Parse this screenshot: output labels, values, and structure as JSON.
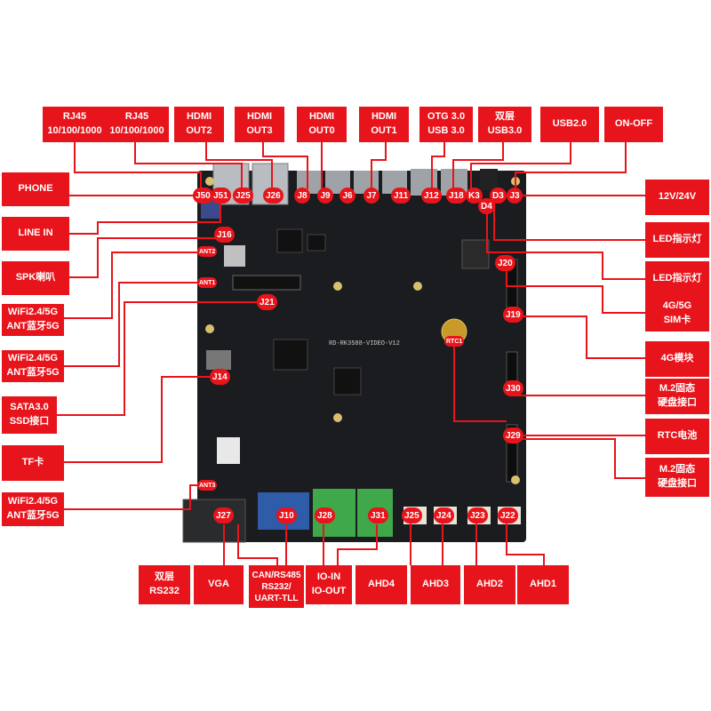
{
  "colors": {
    "accent": "#e8141b",
    "board": "#1a1c1f",
    "terminal": "#3fa84a",
    "db_blue": "#2e5ca8"
  },
  "board": {
    "silkscreen": "RD-RK3588-VIDEO-V12"
  },
  "top_labels": [
    {
      "id": "rj45-1",
      "l1": "RJ45",
      "l2": "10/100/1000"
    },
    {
      "id": "rj45-2",
      "l1": "RJ45",
      "l2": "10/100/1000"
    },
    {
      "id": "hdmi-out2",
      "l1": "HDMI",
      "l2": "OUT2"
    },
    {
      "id": "hdmi-out3",
      "l1": "HDMI",
      "l2": "OUT3"
    },
    {
      "id": "hdmi-out0",
      "l1": "HDMI",
      "l2": "OUT0"
    },
    {
      "id": "hdmi-out1",
      "l1": "HDMI",
      "l2": "OUT1"
    },
    {
      "id": "otg-usb3",
      "l1": "OTG 3.0",
      "l2": "USB 3.0"
    },
    {
      "id": "dual-usb3",
      "l1": "双层",
      "l2": "USB3.0"
    },
    {
      "id": "usb2",
      "l1": "USB2.0",
      "l2": ""
    },
    {
      "id": "on-off",
      "l1": "ON-OFF",
      "l2": ""
    }
  ],
  "left_labels": [
    {
      "id": "phone",
      "l1": "PHONE",
      "l2": ""
    },
    {
      "id": "line-in",
      "l1": "LINE IN",
      "l2": ""
    },
    {
      "id": "spk",
      "l1": "SPK喇叭",
      "l2": ""
    },
    {
      "id": "wifi-ant-1",
      "l1": "WiFi2.4/5G",
      "l2": "ANT蓝牙5G"
    },
    {
      "id": "wifi-ant-2",
      "l1": "WiFi2.4/5G",
      "l2": "ANT蓝牙5G"
    },
    {
      "id": "sata",
      "l1": "SATA3.0",
      "l2": "SSD接口"
    },
    {
      "id": "tf",
      "l1": "TF卡",
      "l2": ""
    },
    {
      "id": "wifi-ant-3",
      "l1": "WiFi2.4/5G",
      "l2": "ANT蓝牙5G"
    }
  ],
  "right_labels": [
    {
      "id": "power",
      "l1": "12V/24V",
      "l2": ""
    },
    {
      "id": "led-1",
      "l1": "LED指示灯",
      "l2": ""
    },
    {
      "id": "led-2",
      "l1": "LED指示灯",
      "l2": ""
    },
    {
      "id": "sim",
      "l1": "4G/5G",
      "l2": "SIM卡"
    },
    {
      "id": "4g",
      "l1": "4G模块",
      "l2": ""
    },
    {
      "id": "m2-1",
      "l1": "M.2固态",
      "l2": "硬盘接口"
    },
    {
      "id": "rtc",
      "l1": "RTC电池",
      "l2": ""
    },
    {
      "id": "m2-2",
      "l1": "M.2固态",
      "l2": "硬盘接口"
    }
  ],
  "bottom_labels": [
    {
      "id": "rs232",
      "l1": "双层",
      "l2": "RS232"
    },
    {
      "id": "vga",
      "l1": "VGA",
      "l2": ""
    },
    {
      "id": "can",
      "l1": "CAN/RS485",
      "l2": "RS232/",
      "l3": "UART-TLL"
    },
    {
      "id": "io",
      "l1": "IO-IN",
      "l2": "IO-OUT"
    },
    {
      "id": "ahd4",
      "l1": "AHD4",
      "l2": ""
    },
    {
      "id": "ahd3",
      "l1": "AHD3",
      "l2": ""
    },
    {
      "id": "ahd2",
      "l1": "AHD2",
      "l2": ""
    },
    {
      "id": "ahd1",
      "l1": "AHD1",
      "l2": ""
    }
  ],
  "markers": [
    {
      "id": "J50",
      "t": "J50"
    },
    {
      "id": "J51",
      "t": "J51"
    },
    {
      "id": "J25",
      "t": "J25"
    },
    {
      "id": "J26",
      "t": "J26"
    },
    {
      "id": "J8",
      "t": "J8"
    },
    {
      "id": "J9",
      "t": "J9"
    },
    {
      "id": "J6",
      "t": "J6"
    },
    {
      "id": "J7",
      "t": "J7"
    },
    {
      "id": "J11",
      "t": "J11"
    },
    {
      "id": "J12",
      "t": "J12"
    },
    {
      "id": "J18",
      "t": "J18"
    },
    {
      "id": "K3",
      "t": "K3"
    },
    {
      "id": "D3",
      "t": "D3"
    },
    {
      "id": "J3",
      "t": "J3"
    },
    {
      "id": "D4",
      "t": "D4"
    },
    {
      "id": "J16",
      "t": "J16"
    },
    {
      "id": "J20",
      "t": "J20"
    },
    {
      "id": "J21",
      "t": "J21"
    },
    {
      "id": "J19",
      "t": "J19"
    },
    {
      "id": "J14",
      "t": "J14"
    },
    {
      "id": "J30",
      "t": "J30"
    },
    {
      "id": "J29",
      "t": "J29"
    },
    {
      "id": "J27",
      "t": "J27"
    },
    {
      "id": "J10",
      "t": "J10"
    },
    {
      "id": "J28",
      "t": "J28"
    },
    {
      "id": "J31",
      "t": "J31"
    },
    {
      "id": "J25b",
      "t": "J25"
    },
    {
      "id": "J24",
      "t": "J24"
    },
    {
      "id": "J23",
      "t": "J23"
    },
    {
      "id": "J22",
      "t": "J22"
    },
    {
      "id": "ANT2",
      "t": "ANT2"
    },
    {
      "id": "ANT1",
      "t": "ANT1"
    },
    {
      "id": "ANT3",
      "t": "ANT3"
    },
    {
      "id": "RTC1",
      "t": "RTC1"
    }
  ]
}
